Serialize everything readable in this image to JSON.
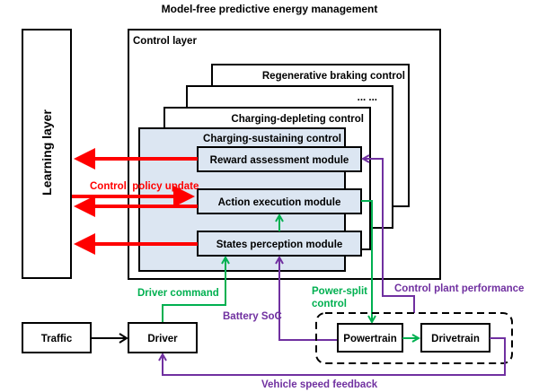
{
  "title": "Model-free predictive energy management",
  "colors": {
    "red": "#ff0000",
    "green": "#00b050",
    "purple": "#7030a0",
    "black": "#000000",
    "blue_fill": "#dce6f2"
  },
  "learning_layer": {
    "label": "Learning layer"
  },
  "control_layer": {
    "label": "Control layer",
    "stack": [
      {
        "label": "Regenerative braking control"
      },
      {
        "label": "... ..."
      },
      {
        "label": "Charging-depleting control"
      },
      {
        "label": "Charging-sustaining control"
      }
    ],
    "modules": {
      "reward": "Reward assessment module",
      "action": "Action execution module",
      "states": "States perception module"
    }
  },
  "edges": {
    "control_policy_update": "Control  policy update",
    "driver_command": "Driver command",
    "power_split": [
      "Power-split",
      "control"
    ],
    "battery_soc": "Battery SoC",
    "control_plant_performance": "Control plant performance",
    "vehicle_speed_feedback": "Vehicle speed feedback"
  },
  "nodes": {
    "traffic": "Traffic",
    "driver": "Driver",
    "powertrain": "Powertrain",
    "drivetrain": "Drivetrain"
  }
}
